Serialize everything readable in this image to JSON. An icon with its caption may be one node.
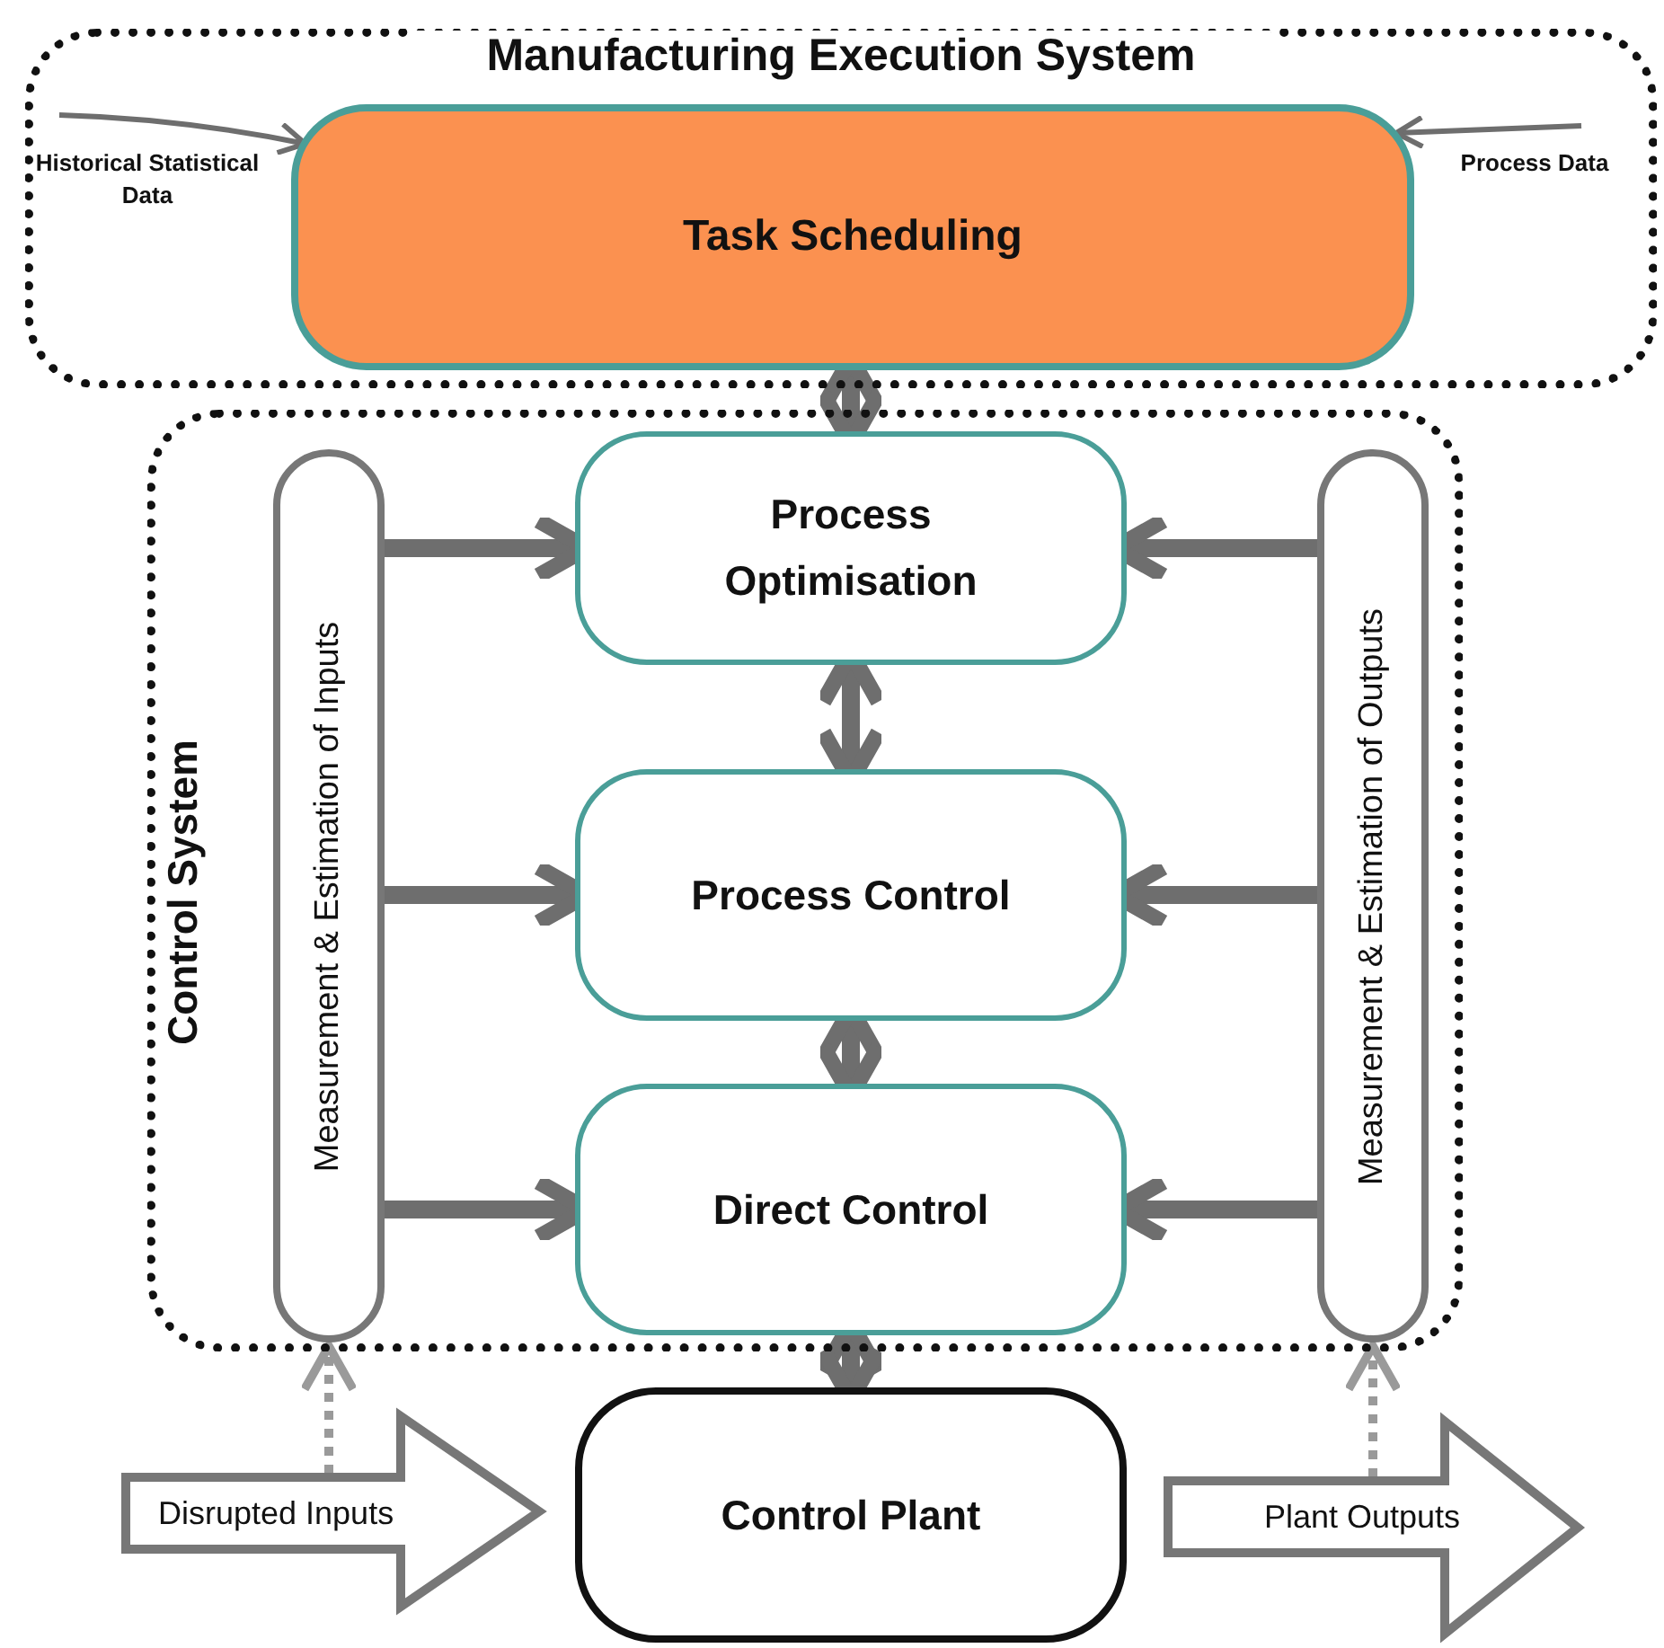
{
  "diagram": {
    "nodes": [
      {
        "text": [
          "Manufacturing Execution System"
        ]
      },
      {
        "text": [
          "Task Scheduling"
        ],
        "in": 0
      },
      {
        "text": [
          "Historical Statistical Data"
        ],
        "in": 0
      },
      {
        "text": [
          "Process Data"
        ],
        "in": 0
      },
      {
        "text": [
          "Control System"
        ]
      },
      {
        "text": [
          "Measurement & Estimation of Inputs"
        ],
        "in": 4
      },
      {
        "text": [
          "Process Optimisation"
        ],
        "in": 4
      },
      {
        "text": [
          "Process Control"
        ],
        "in": 4
      },
      {
        "text": [
          "Direct Control"
        ],
        "in": 4
      },
      {
        "text": [
          "Measurement & Estimation of Outputs"
        ],
        "in": 4
      },
      {
        "text": [
          "Control Plant"
        ]
      },
      {
        "text": [
          "Disrupted Inputs"
        ]
      },
      {
        "text": [
          "Plant Outputs"
        ]
      }
    ],
    "edges": [
      {
        "from": 2,
        "to": 1,
        "arrow": "to"
      },
      {
        "from": 3,
        "to": 1,
        "arrow": "to"
      },
      {
        "from": 1,
        "to": 6,
        "arrow": "both"
      },
      {
        "from": 6,
        "to": 7,
        "arrow": "both"
      },
      {
        "from": 7,
        "to": 8,
        "arrow": "both"
      },
      {
        "from": 8,
        "to": 10,
        "arrow": "both"
      },
      {
        "from": 5,
        "to": 6,
        "arrow": "to"
      },
      {
        "from": 5,
        "to": 7,
        "arrow": "to"
      },
      {
        "from": 5,
        "to": 8,
        "arrow": "to"
      },
      {
        "from": 9,
        "to": 6,
        "arrow": "to"
      },
      {
        "from": 9,
        "to": 7,
        "arrow": "to"
      },
      {
        "from": 9,
        "to": 8,
        "arrow": "to"
      },
      {
        "from": 11,
        "to": 5,
        "arrow": "to",
        "style": "dashed",
        "color": "#9a9a9a"
      },
      {
        "from": 12,
        "to": 9,
        "arrow": "to",
        "style": "dashed",
        "color": "#9a9a9a"
      }
    ]
  }
}
